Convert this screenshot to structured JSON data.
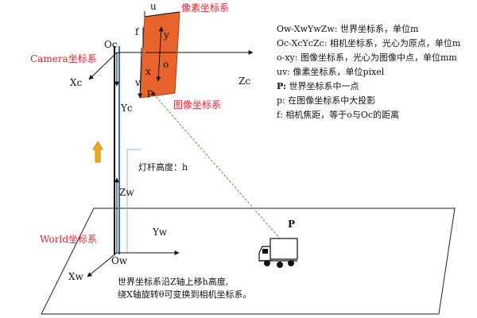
{
  "labels": {
    "u": "u",
    "pixel_system": "像素坐标系",
    "oc": "Oc",
    "f": "f",
    "y": "y",
    "o": "o",
    "x": "x",
    "v": "v",
    "p": "p",
    "camera_system": "Camera坐标系",
    "xc": "Xc",
    "zc": "Zc",
    "yc": "Yc",
    "image_system": "图像坐标系",
    "pole_height": "灯杆高度：h",
    "zw": "Zw",
    "yw": "Yw",
    "world_system": "World坐标系",
    "ow": "Ow",
    "xw": "Xw",
    "P": "P"
  },
  "legend": [
    {
      "key": "Ow-XwYwZw:",
      "text": " 世界坐标系，单位m"
    },
    {
      "key": "Oc-XcYcZc:",
      "text": " 相机坐标系，光心为原点，单位m"
    },
    {
      "key": "o-xy:",
      "text": " 图像坐标系，光心为图像中点，单位mm"
    },
    {
      "key": "uv:",
      "text": " 像素坐标系，单位pixel"
    },
    {
      "key": "P:",
      "text": " 世界坐标系中一点"
    },
    {
      "key": "p:",
      "text": " 在图像坐标系中大投影"
    },
    {
      "key": "f:",
      "text": " 相机焦距，等于o与Oc的距离"
    }
  ],
  "caption": {
    "line1": "世界坐标系沿Z轴上移h高度,",
    "line2": "绕X轴旋转θ可变换到相机坐标系。"
  },
  "colors": {
    "image_plane": "#e8642c",
    "red_label": "#e0242e",
    "arrow_up": "#f2a81d",
    "pole": "#000000",
    "pole_highlight": "#3b6fb0",
    "ray": "#5a9a3a"
  }
}
